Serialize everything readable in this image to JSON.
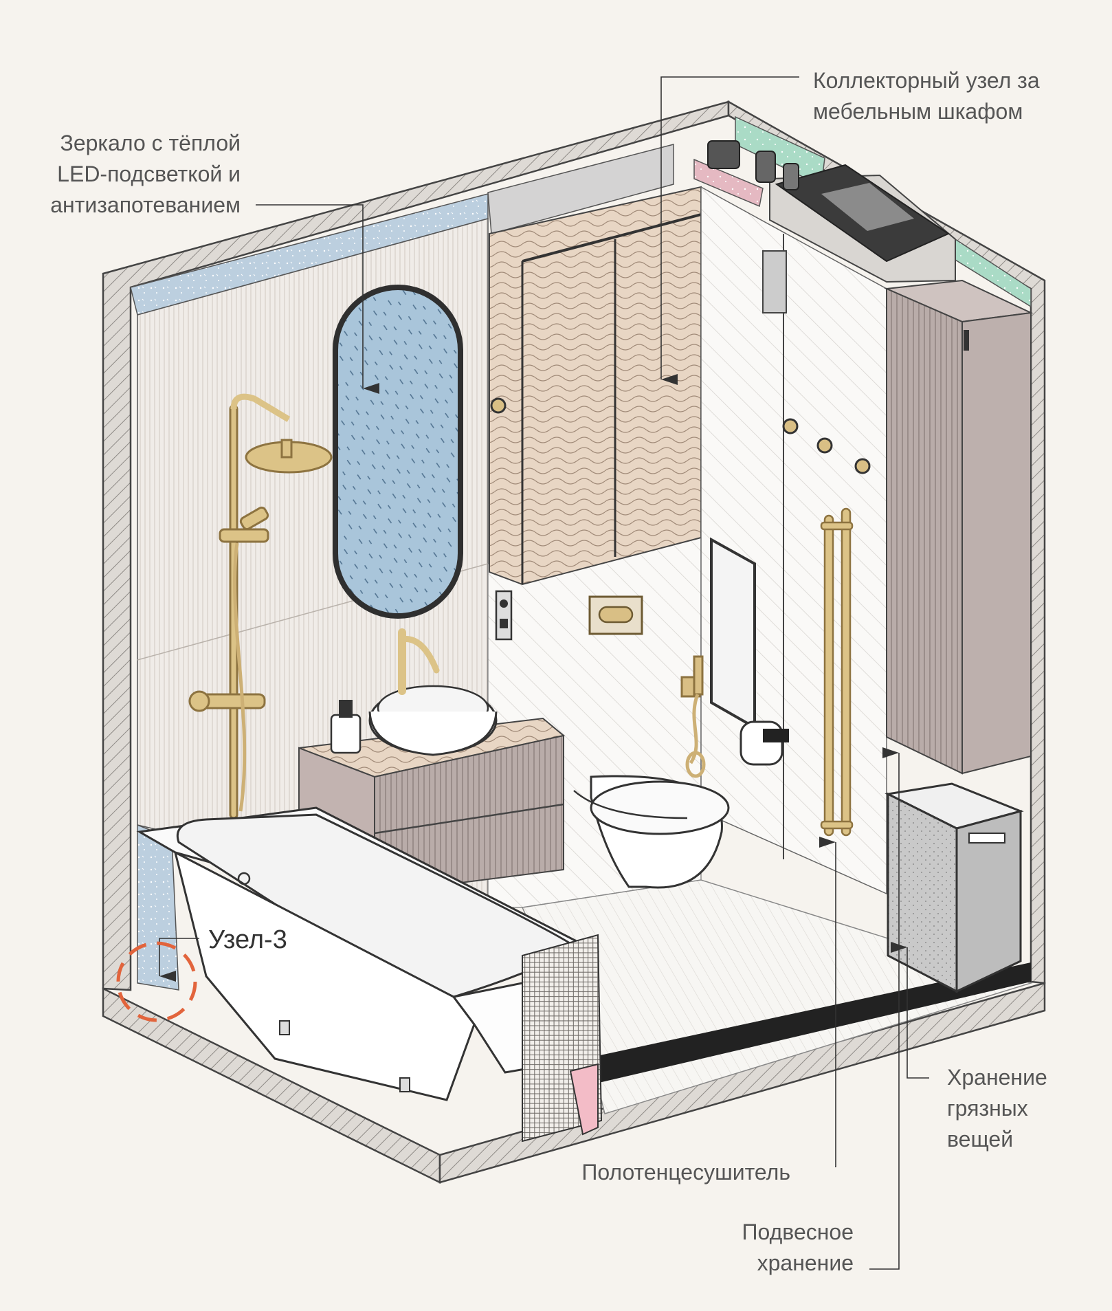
{
  "labels": {
    "mirror": [
      "Зеркало с тёплой",
      "LED-подсветкой и",
      "антизапотеванием"
    ],
    "collector": [
      "Коллекторный узел за",
      "мебельным шкафом"
    ],
    "node": "Узел-3",
    "laundry": [
      "Хранение",
      "грязных",
      "вещей"
    ],
    "towel": "Полотенцесушитель",
    "hanging": [
      "Подвесное",
      "хранение"
    ]
  },
  "colors": {
    "background": "#f6f3ee",
    "wall_section": "#ddd9d4",
    "insulation_blue": "#b9cfe0",
    "insulation_green": "#a9dcc6",
    "insulation_pink": "#e4b8c1",
    "wood_panel": "#e6d3c0",
    "brass": "#d9bf85",
    "cabinet": "#b8aba8",
    "mirror_glass": "#a7c4da",
    "node_marker": "#e2643c"
  }
}
